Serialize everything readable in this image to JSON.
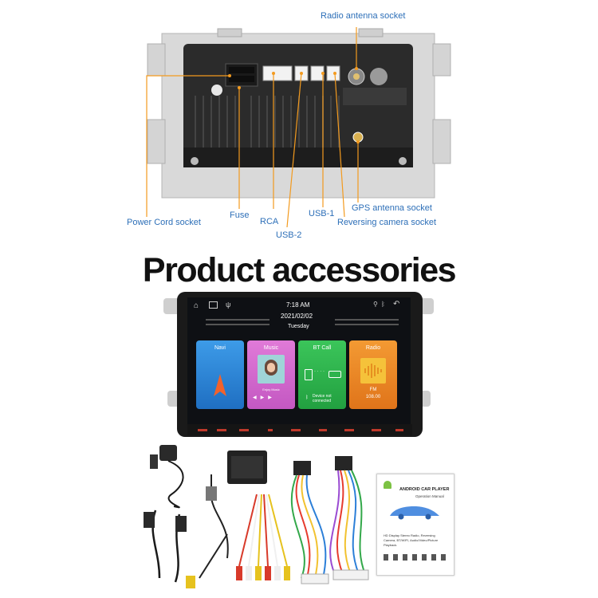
{
  "labels": {
    "radio_antenna": "Radio antenna socket",
    "power_cord": "Power Cord socket",
    "fuse": "Fuse",
    "rca": "RCA",
    "usb2": "USB-2",
    "usb1": "USB-1",
    "gps_antenna": "GPS antenna socket",
    "reversing_camera": "Reversing camera socket"
  },
  "heading": "Product accessories",
  "screen": {
    "time": "7:18 AM",
    "date": "2021/02/02",
    "weekday": "Tuesday",
    "tiles": [
      {
        "name": "Navi",
        "color": "#2f8de0"
      },
      {
        "name": "Music",
        "color": "#d86bd0",
        "caption": "Enjoy Music"
      },
      {
        "name": "BT Call",
        "color": "#33b54a",
        "caption": "Device not connected"
      },
      {
        "name": "Radio",
        "color": "#ef8a26",
        "band": "FM",
        "freq": "108.00"
      }
    ]
  },
  "manual": {
    "title": "ANDROID CAR PLAYER",
    "subtitle": "Operation Manual",
    "features": "HD Display Stereo Radio, Reversing Camera, BT/WIFI, Audio/Video/Picture Playback."
  },
  "colors": {
    "label_blue": "#2d6fb8",
    "leader_orange": "#f39a1e",
    "panel_dark": "#262626",
    "bracket_grey": "#d9d9d9"
  },
  "icons": [
    "home-icon",
    "window-icon",
    "usb-icon",
    "gps-icon",
    "bluetooth-icon",
    "back-icon",
    "android-icon"
  ]
}
